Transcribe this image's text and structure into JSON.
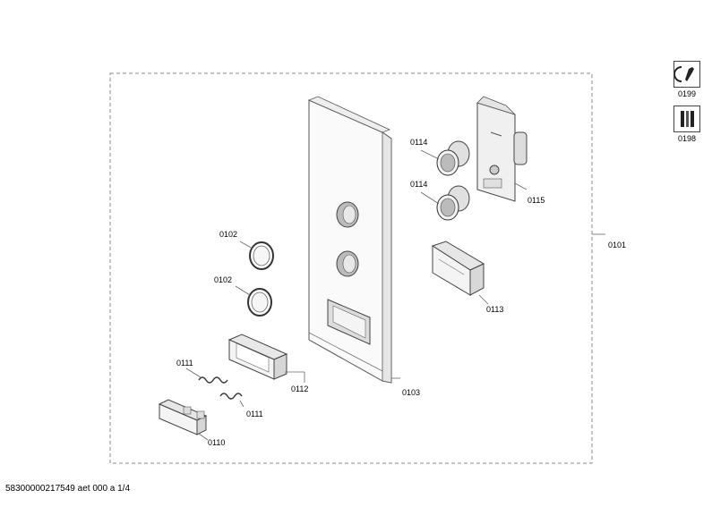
{
  "footer": {
    "doc_id": "58300000217549 aet 000 a 1/4"
  },
  "side_icons": [
    {
      "label": "0199",
      "icon": "wrench-icon"
    },
    {
      "label": "0198",
      "icon": "tools-icon"
    }
  ],
  "callouts": {
    "c0101": "0101",
    "c0102a": "0102",
    "c0102b": "0102",
    "c0103": "0103",
    "c0110": "0110",
    "c0111a": "0111",
    "c0111b": "0111",
    "c0112": "0112",
    "c0113": "0113",
    "c0114a": "0114",
    "c0114b": "0114",
    "c0115": "0115"
  }
}
